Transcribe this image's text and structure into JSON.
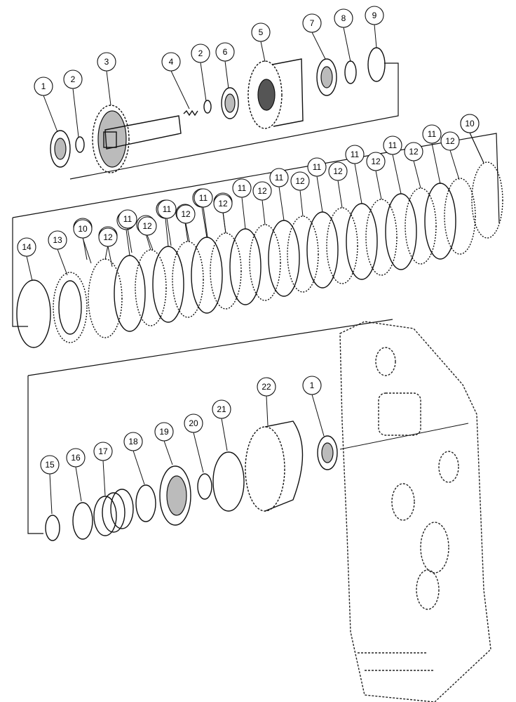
{
  "diagram": {
    "callouts": [
      {
        "id": "c1a",
        "label": "1"
      },
      {
        "id": "c2a",
        "label": "2"
      },
      {
        "id": "c3",
        "label": "3"
      },
      {
        "id": "c4",
        "label": "4"
      },
      {
        "id": "c2b",
        "label": "2"
      },
      {
        "id": "c6",
        "label": "6"
      },
      {
        "id": "c5",
        "label": "5"
      },
      {
        "id": "c7",
        "label": "7"
      },
      {
        "id": "c8",
        "label": "8"
      },
      {
        "id": "c9",
        "label": "9"
      },
      {
        "id": "c10a",
        "label": "10"
      },
      {
        "id": "c12a",
        "label": "12"
      },
      {
        "id": "c11a",
        "label": "11"
      },
      {
        "id": "c12b",
        "label": "12"
      },
      {
        "id": "c11b",
        "label": "11"
      },
      {
        "id": "c12c",
        "label": "12"
      },
      {
        "id": "c11c",
        "label": "11"
      },
      {
        "id": "c12d",
        "label": "12"
      },
      {
        "id": "c11d",
        "label": "11"
      },
      {
        "id": "c12e",
        "label": "12"
      },
      {
        "id": "c11e",
        "label": "11"
      },
      {
        "id": "c12f",
        "label": "12"
      },
      {
        "id": "c11f",
        "label": "11"
      },
      {
        "id": "c12g",
        "label": "12"
      },
      {
        "id": "c11g",
        "label": "11"
      },
      {
        "id": "c12h",
        "label": "12"
      },
      {
        "id": "c11h",
        "label": "11"
      },
      {
        "id": "c12i",
        "label": "12"
      },
      {
        "id": "c11i",
        "label": "11"
      },
      {
        "id": "c12j",
        "label": "12"
      },
      {
        "id": "c11j",
        "label": "11"
      },
      {
        "id": "c12k",
        "label": "12"
      },
      {
        "id": "c11k",
        "label": "11"
      },
      {
        "id": "c12l",
        "label": "12"
      },
      {
        "id": "c10b",
        "label": "10"
      },
      {
        "id": "c14",
        "label": "14"
      },
      {
        "id": "c13",
        "label": "13"
      },
      {
        "id": "c10c",
        "label": "10"
      },
      {
        "id": "c12m",
        "label": "12"
      },
      {
        "id": "c11l",
        "label": "11"
      },
      {
        "id": "c12n",
        "label": "12"
      },
      {
        "id": "c11m",
        "label": "11"
      },
      {
        "id": "c15",
        "label": "15"
      },
      {
        "id": "c16",
        "label": "16"
      },
      {
        "id": "c17",
        "label": "17"
      },
      {
        "id": "c18",
        "label": "18"
      },
      {
        "id": "c19",
        "label": "19"
      },
      {
        "id": "c20",
        "label": "20"
      },
      {
        "id": "c21",
        "label": "21"
      },
      {
        "id": "c22",
        "label": "22"
      },
      {
        "id": "c1b",
        "label": "1"
      }
    ]
  }
}
